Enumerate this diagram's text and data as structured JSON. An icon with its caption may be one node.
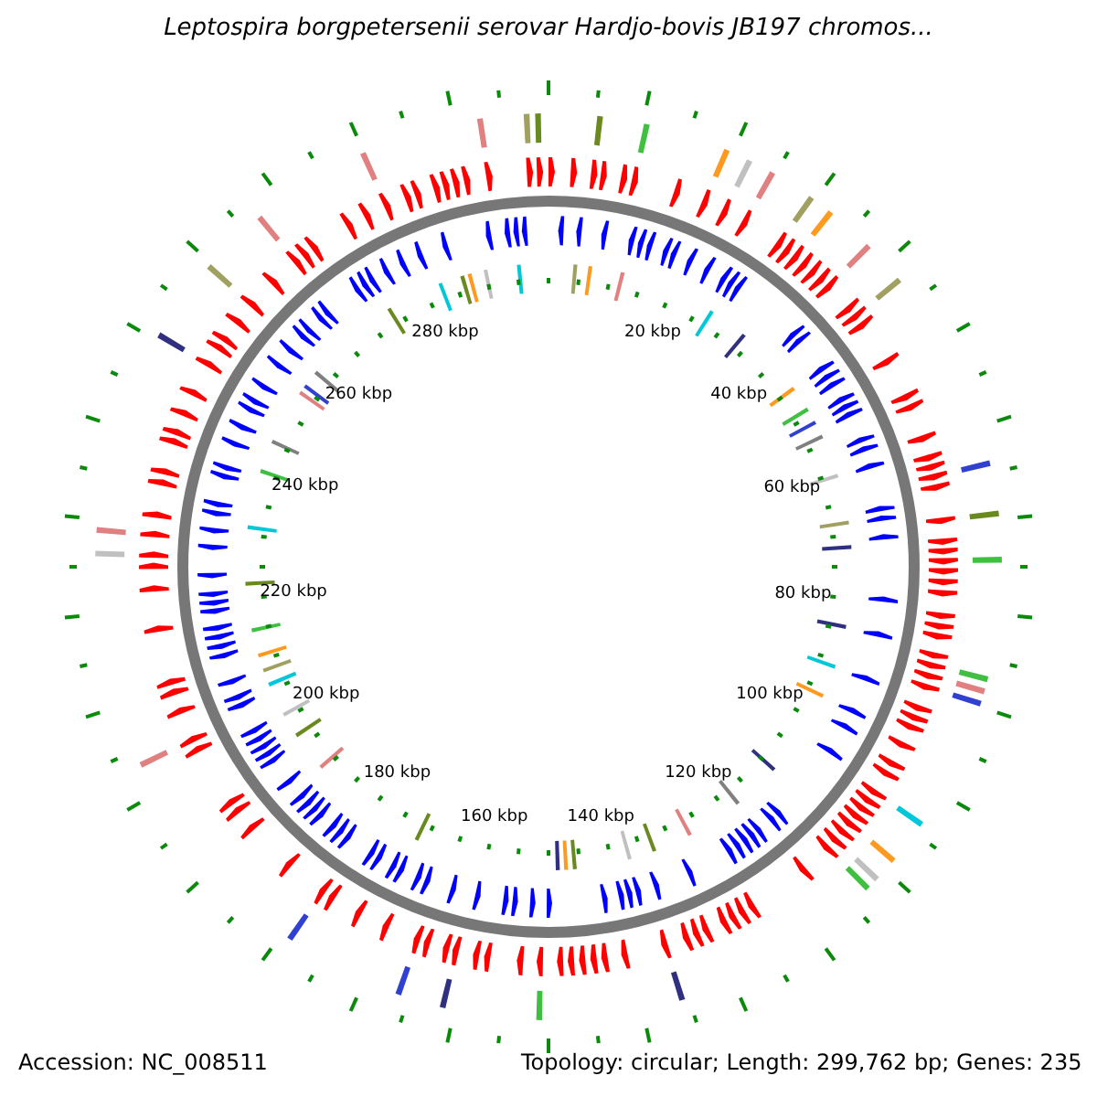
{
  "diagram": {
    "title": "Leptospira borgpetersenii serovar Hardjo-bovis JB197 chromos...",
    "labels": [
      "20 kbp",
      "40 kbp",
      "60 kbp",
      "80 kbp",
      "100 kbp",
      "120 kbp",
      "140 kbp",
      "160 kbp",
      "180 kbp",
      "200 kbp",
      "220 kbp",
      "240 kbp",
      "260 kbp",
      "280 kbp",
      "Accession: NC_008511",
      "Topology: circular; Length: 299,762 bp; Genes: 235"
    ]
  }
}
